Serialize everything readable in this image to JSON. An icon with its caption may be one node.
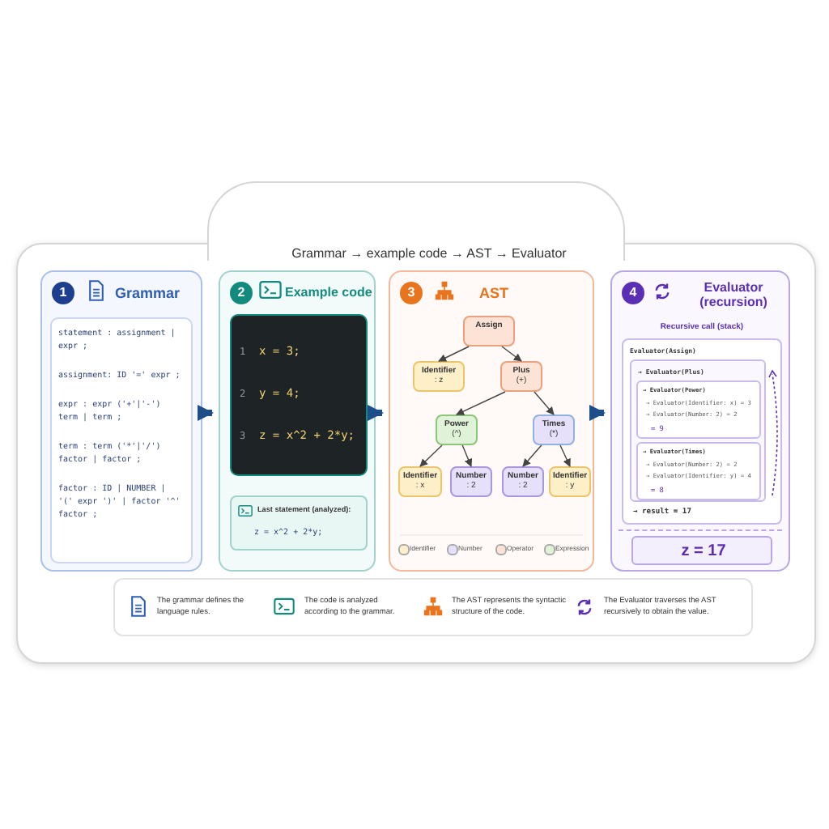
{
  "diagram": {
    "nodes": [
      {
        "text": [
          "1",
          "Grammar"
        ]
      },
      {
        "text": [
          "statement : assignment | expr ;",
          "assignment: ID '=' expr ;",
          "expr : expr ('+'|'-') term | term ;",
          "term : term ('*'|'/') factor | factor ;",
          "factor : ID | NUMBER | '(' expr ')' | factor '^' factor ;"
        ],
        "in": 0
      },
      {
        "text": [
          "2",
          "Example code"
        ]
      },
      {
        "text": [
          "1",
          "x = 3;",
          "2",
          "y = 4;",
          "3",
          "z = x^2 + 2*y;"
        ],
        "in": 2
      },
      {
        "text": [
          "Last statement (analyzed):",
          "z = x^2 + 2*y;"
        ],
        "in": 2
      },
      {
        "text": [
          "3",
          "AST"
        ]
      },
      {
        "text": [
          "Assign"
        ],
        "in": 5
      },
      {
        "text": [
          "Identifier",
          ": z"
        ],
        "in": 5
      },
      {
        "text": [
          "Plus",
          "(+)"
        ],
        "in": 5
      },
      {
        "text": [
          "Power",
          "(^)"
        ],
        "in": 5
      },
      {
        "text": [
          "Times",
          "(*)"
        ],
        "in": 5
      },
      {
        "text": [
          "Identifier",
          ": x"
        ],
        "in": 5
      },
      {
        "text": [
          "Number",
          ": 2"
        ],
        "in": 5
      },
      {
        "text": [
          "Number",
          ": 2"
        ],
        "in": 5
      },
      {
        "text": [
          "Identifier",
          ": y"
        ],
        "in": 5
      },
      {
        "text": [
          "4",
          "Evaluator (recursion)",
          "Recursive call (stack)"
        ]
      },
      {
        "text": [
          "Evaluator(Assign)",
          "→ result = 17"
        ],
        "in": 15
      },
      {
        "text": [
          "→ Evaluator(Plus)"
        ],
        "in": 16
      },
      {
        "text": [
          "→ Evaluator(Power)",
          "→ Evaluator(Identifier: x) = 3",
          "→ Evaluator(Number: 2) = 2",
          "= 9"
        ],
        "in": 17
      },
      {
        "text": [
          "→ Evaluator(Times)",
          "→ Evaluator(Number: 2) = 2",
          "→ Evaluator(Identifier: y) = 4",
          "= 8"
        ],
        "in": 17
      },
      {
        "text": [
          "z = 17"
        ],
        "in": 15
      },
      {
        "text": [
          "The grammar defines the language rules.",
          "The code is analyzed according to the grammar.",
          "The AST represents the syntactic structure of the code.",
          "The Evaluator traverses the AST recursively to obtain the value."
        ]
      }
    ],
    "edges": [
      {
        "from": 0,
        "to": 2,
        "arrow": "to",
        "style": "thick",
        "color": "#1d4e89"
      },
      {
        "from": 2,
        "to": 5,
        "arrow": "to",
        "style": "thick",
        "color": "#1d4e89"
      },
      {
        "from": 5,
        "to": 15,
        "arrow": "to",
        "style": "thick",
        "color": "#1d4e89"
      },
      {
        "from": 6,
        "to": 7,
        "arrow": "to"
      },
      {
        "from": 6,
        "to": 8,
        "arrow": "to"
      },
      {
        "from": 8,
        "to": 9,
        "arrow": "to"
      },
      {
        "from": 8,
        "to": 10,
        "arrow": "to"
      },
      {
        "from": 9,
        "to": 11,
        "arrow": "to"
      },
      {
        "from": 9,
        "to": 12,
        "arrow": "to"
      },
      {
        "from": 10,
        "to": 13,
        "arrow": "to"
      },
      {
        "from": 10,
        "to": 14,
        "arrow": "to"
      }
    ],
    "labels": [
      "Grammar → example code → AST → Evaluator"
    ],
    "legend": [
      {
        "text": "Identifier",
        "color": "#fdf0c8"
      },
      {
        "text": "Number",
        "color": "#e6e0fa"
      },
      {
        "text": "Operator",
        "color": "#fde3d6"
      },
      {
        "text": "Expression",
        "color": "#e0f2d8"
      }
    ]
  }
}
